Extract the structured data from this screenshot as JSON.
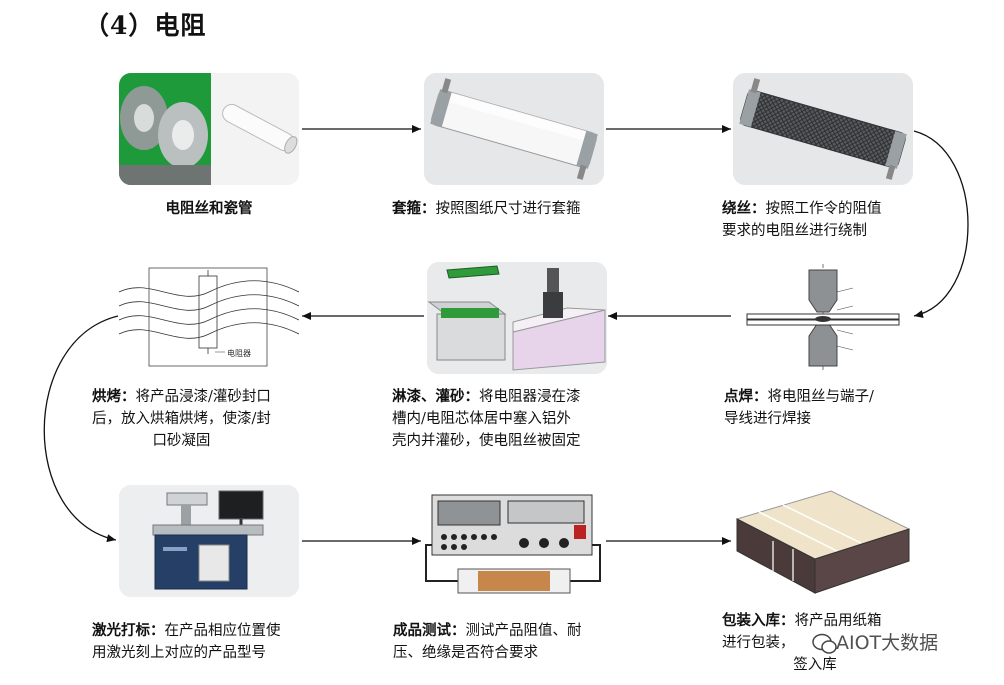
{
  "title": "（4）电阻",
  "steps": [
    {
      "id": "wire-tube",
      "name": "电阻丝和瓷管",
      "desc_lines": []
    },
    {
      "id": "sleeve",
      "name": "套箍：",
      "desc_lines": [
        "按照图纸尺寸进行套箍"
      ]
    },
    {
      "id": "winding",
      "name": "绕丝：",
      "desc_lines": [
        "按照工作令的阻值",
        "要求的电阻丝进行绕制"
      ]
    },
    {
      "id": "spot-weld",
      "name": "点焊：",
      "desc_lines": [
        "将电阻丝与端子/",
        "导线进行焊接"
      ]
    },
    {
      "id": "paint-sand",
      "name": "淋漆、灌砂：",
      "desc_lines": [
        "将电阻器浸在漆",
        "槽内/电阻芯体居中塞入铝外",
        "壳内并灌砂，使电阻丝被固定"
      ]
    },
    {
      "id": "baking",
      "name": "烘烤：",
      "desc_lines": [
        "将产品浸漆/灌砂封口",
        "后，放入烘箱烘烤，使漆/封",
        "口砂凝固"
      ]
    },
    {
      "id": "laser-mark",
      "name": "激光打标：",
      "desc_lines": [
        "在产品相应位置使",
        "用激光刻上对应的产品型号"
      ]
    },
    {
      "id": "testing",
      "name": "成品测试：",
      "desc_lines": [
        "测试产品阻值、耐",
        "压、绝缘是否符合要求"
      ]
    },
    {
      "id": "packing",
      "name": "包装入库：",
      "desc_lines": [
        "将产品用纸箱",
        "进行包装，",
        "签入库"
      ]
    }
  ],
  "image_labels": {
    "baking_resistor": "电阻器"
  },
  "watermark": "AIOT大数据",
  "colors": {
    "line": "#111111",
    "image_bg": "#e6e7e9",
    "coil_green": "#2e9a3a",
    "box_panel": "#eee3c8"
  }
}
